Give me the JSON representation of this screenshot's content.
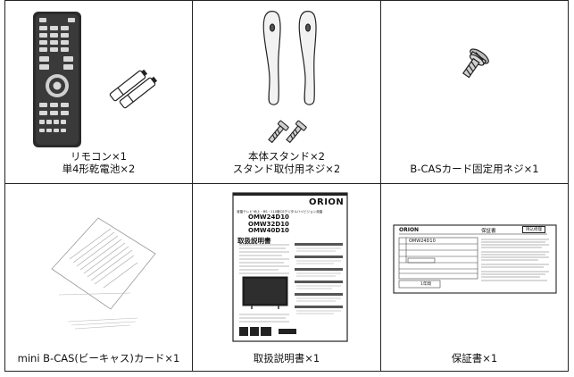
{
  "items": [
    {
      "lines": [
        "リモコン×1",
        "単4形乾電池×2"
      ]
    },
    {
      "lines": [
        "本体スタンド×2",
        "スタンド取付用ネジ×2"
      ]
    },
    {
      "lines": [
        "B-CASカード固定用ネジ×1"
      ]
    },
    {
      "lines": [
        "mini B-CAS(ビーキャス)カード×1"
      ]
    },
    {
      "lines": [
        "取扱説明書×1"
      ]
    },
    {
      "lines": [
        "保証書×1"
      ]
    }
  ],
  "manual": {
    "brand": "ORION",
    "subtitle": "液晶テレビ 地上・BS・110度CSデジタルハイビジョン液晶",
    "models": [
      "OMW24D10",
      "OMW32D10",
      "OMW40D10"
    ],
    "title": "取扱説明書"
  },
  "warranty": {
    "brand": "ORION",
    "heading": "保証書",
    "badge": "持込修理",
    "model": "OMW24D10",
    "period": "1年間"
  },
  "colors": {
    "border": "#222222",
    "text": "#111111"
  }
}
